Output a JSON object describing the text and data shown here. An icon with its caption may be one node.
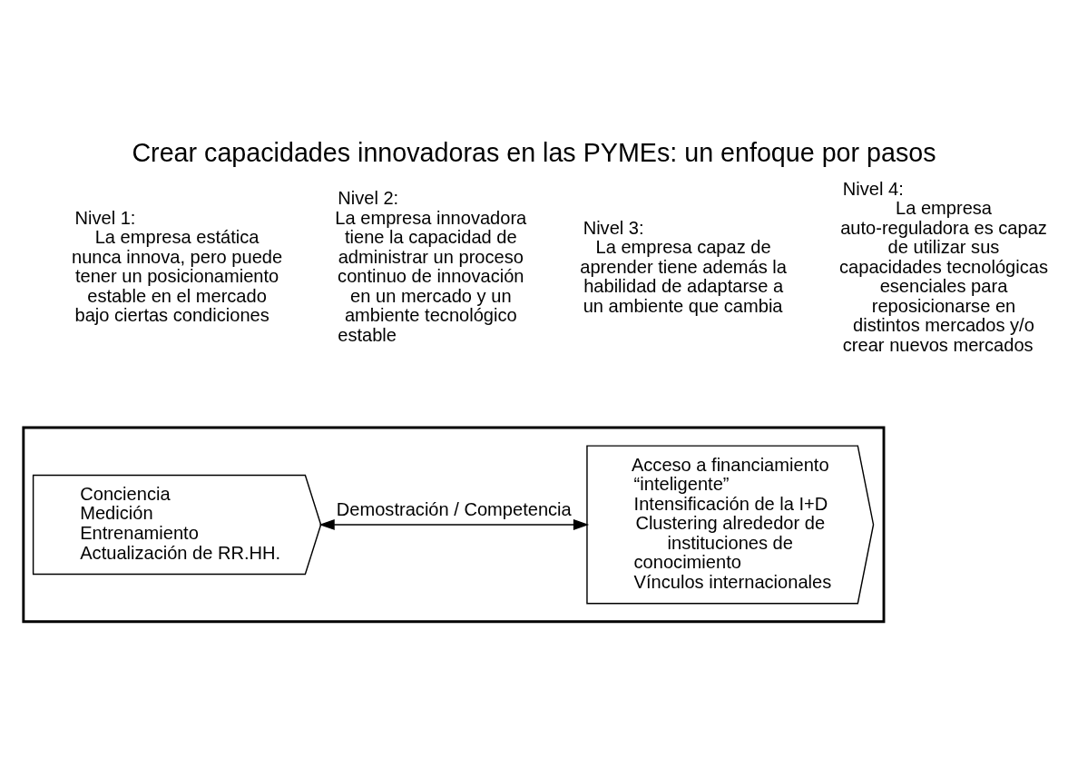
{
  "diagram": {
    "title": "Crear capacidades innovadoras en las PYMEs: un enfoque por pasos",
    "nodes": [
      {
        "text": [],
        "shape": "box"
      },
      {
        "text": [
          "Conciencia",
          "Medición",
          "Entrenamiento",
          "Actualización de RR.HH."
        ],
        "in": 0
      },
      {
        "text": [
          "Acceso a financiamiento “inteligente”",
          "Intensificación de la I+D",
          "Clustering alrededor de instituciones de conocimiento",
          "Vínculos internacionales"
        ],
        "in": 0
      }
    ],
    "edges": [
      {
        "from": 1,
        "to": 2,
        "arrow": "both",
        "label": "Demostración / Competencia"
      }
    ],
    "labels": [
      "Nivel 1:",
      "La empresa estática nunca innova, pero puede tener un posicionamiento estable en el mercado bajo ciertas condiciones",
      "Nivel 2:",
      "La empresa innovadora tiene la capacidad de administrar un proceso continuo de innovación en un mercado y un ambiente tecnológico estable",
      "Nivel 3:",
      "La empresa capaz de aprender tiene además la habilidad de adaptarse a un ambiente que cambia",
      "Nivel 4:",
      "La empresa auto-reguladora es capaz de utilizar sus capacidades tecnológicas esenciales para reposicionarse en distintos mercados y/o crear nuevos mercados"
    ]
  }
}
